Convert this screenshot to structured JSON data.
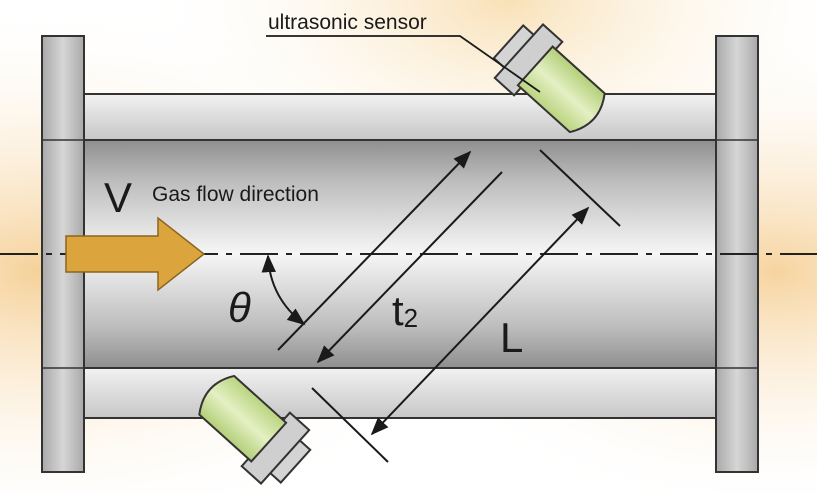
{
  "labels": {
    "sensor": "ultrasonic sensor",
    "velocity": "V",
    "flow": "Gas flow direction",
    "angle": "θ",
    "time": "t",
    "time_sub": "2",
    "length": "L"
  },
  "colors": {
    "background_glow": "#f5d9a8",
    "pipe_light": "#f4f4f4",
    "pipe_mid": "#bdbdbd",
    "pipe_dark": "#8e8e8e",
    "flange": "#b9b9b9",
    "sensor_body": "#cfe3a1",
    "sensor_housing": "#d0d0d0",
    "arrow_fill": "#dca43c",
    "line": "#1a1a1a"
  }
}
